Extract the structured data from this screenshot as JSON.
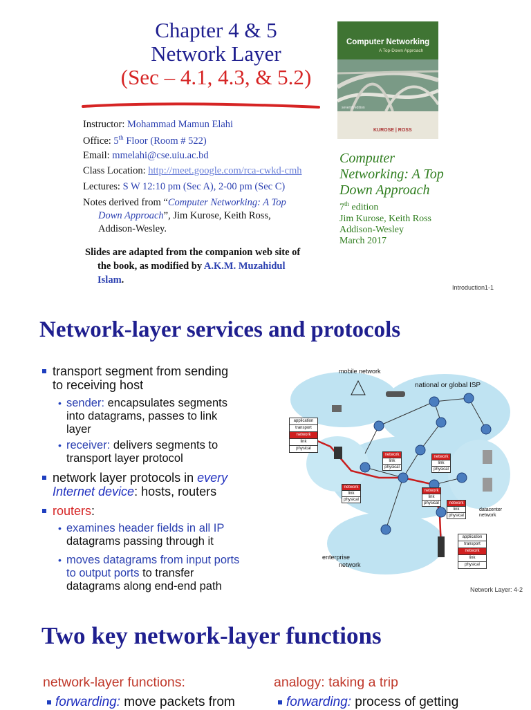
{
  "slide1": {
    "title_line1": "Chapter 4 & 5",
    "title_line2": "Network Layer",
    "title_paren_open": "(",
    "title_sections": "Sec – 4.1, 4.3, & 5.2",
    "title_paren_close": ")",
    "instructor_label": "Instructor: ",
    "instructor_value": "Mohammad Mamun Elahi",
    "office_label": "Office: ",
    "office_value_pre": "5",
    "office_value_sup": "th",
    "office_value_post": " Floor (Room # 522)",
    "email_label": "Email: ",
    "email_value": "mmelahi@cse.uiu.ac.bd",
    "location_label": "Class Location: ",
    "location_value": "http://meet.google.com/rca-cwkd-cmh",
    "lectures_label": "Lectures: ",
    "lectures_value": "S W 12:10 pm (Sec A),  2-00 pm (Sec C)",
    "notes_pre": "Notes derived from “",
    "notes_book": "Computer Networking: A Top",
    "notes_book2": "Down Approach",
    "notes_post": "”, Jim Kurose, Keith Ross,",
    "notes_publisher": "Addison-Wesley.",
    "adapted_line1": "Slides are adapted from the companion web site of",
    "adapted_line2": "the book, as modified by ",
    "adapted_author1": "A.K.M. Muzahidul",
    "adapted_author2": "Islam",
    "adapted_period": ".",
    "cover_title": "Computer Networking",
    "cover_subtitle": "A Top-Down Approach",
    "cover_edition": "seventh edition",
    "cover_authors": "KUROSE | ROSS",
    "book_title_l1": "Computer",
    "book_title_l2": "Networking: A Top",
    "book_title_l3": "Down Approach",
    "book_edition_num": "7",
    "book_edition_sup": "th",
    "book_edition_word": " edition",
    "book_authors": "Jim Kurose, Keith Ross",
    "book_publisher": "Addison-Wesley",
    "book_date": "March 2017",
    "page_number": "Introduction1-1"
  },
  "slide2": {
    "title": "Network-layer  services and protocols",
    "bullet1_l1": "transport segment from sending",
    "bullet1_l2": "to receiving host",
    "sender_kw": "sender:",
    "sender_l1": " encapsulates segments",
    "sender_l2": "into datagrams, passes to link",
    "sender_l3": "layer",
    "receiver_kw": "receiver:",
    "receiver_l1": " delivers segments to",
    "receiver_l2": "transport layer protocol",
    "bullet2_pre": "network layer protocols in ",
    "bullet2_every": "every",
    "bullet2_internet": "Internet device",
    "bullet2_post": ": hosts, routers",
    "routers_label": "routers",
    "routers_colon": ":",
    "examines_l1": "examines header fields in all IP",
    "examines_l2": "datagrams passing through it",
    "moves_l1": "moves datagrams from input ports",
    "moves_l2a": "to output ports",
    "moves_l2b": " to transfer",
    "moves_l3": "datagrams along end-end path",
    "diagram": {
      "mobile_network": "mobile network",
      "isp": "national or global ISP",
      "datacenter_l1": "datacenter",
      "datacenter_l2": "network",
      "enterprise_l1": "enterprise",
      "enterprise_l2": "network",
      "stack5": [
        "application",
        "transport",
        "network",
        "link",
        "physical"
      ],
      "stack3": [
        "network",
        "link",
        "physical"
      ]
    },
    "page_number": "Network Layer: 4-2"
  },
  "slide3": {
    "title": "Two key network-layer functions",
    "left_heading": "network-layer functions:",
    "right_heading": "analogy: taking a trip",
    "left_item_kw": "forwarding:",
    "left_item_text": " move packets from",
    "right_item_kw": "forwarding:",
    "right_item_text": " process of getting"
  },
  "colors": {
    "title_navy": "#1f1f8f",
    "accent_red": "#d62424",
    "book_green": "#2f7d1e",
    "link_blue": "#2a3fb0",
    "bullet_blue": "#1f3fbf"
  }
}
